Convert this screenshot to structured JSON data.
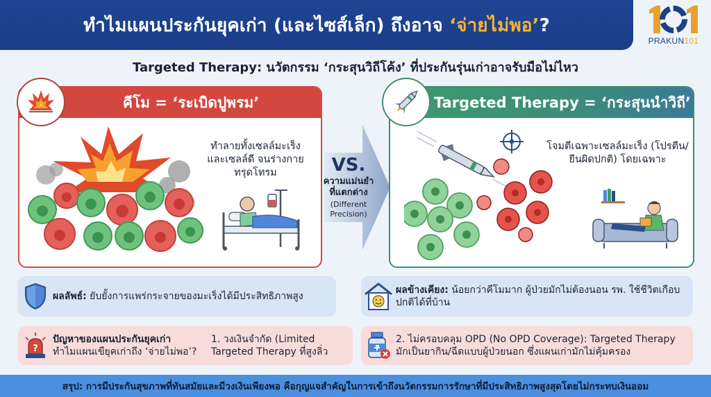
{
  "header": {
    "title_main": "ทำไมแผนประกันยุคเก่า (และไซส์เล็ก) ถึงอาจ ",
    "title_accent": "‘จ่ายไม่พอ’",
    "title_suffix": "?",
    "colors": {
      "bar": "#1f4593",
      "accent": "#f5b335"
    }
  },
  "logo": {
    "mark": "101",
    "brand": "PRAKUN",
    "brand_num": "101",
    "colors": {
      "gold": "#e5a22f",
      "navy": "#1d3f85"
    }
  },
  "subtitle": "Targeted Therapy: นวัตกรรม ‘กระสุนวิถีโค้ง’ ที่ประกันรุ่นเก่าอาจรับมือไม่ไหว",
  "left_panel": {
    "icon": "explosion-icon",
    "title": "คีโม = ‘ระเบิดปูพรม’",
    "description": "ทำลายทั้งเซลล์มะเร็ง และเซลล์ดี จนร่างกายทรุดโทรม",
    "illustration": "explosion-destroying-cells-and-patient-in-hospital-bed",
    "color": "#d2473f"
  },
  "vs": {
    "label": "VS.",
    "thai": "ความแม่นยำ ที่แตกต่าง",
    "english": "(Different Precision)"
  },
  "right_panel": {
    "icon": "missile-icon",
    "title": "Targeted Therapy = ‘กระสุนนำวิถี’",
    "description": "โจมตีเฉพาะเซลล์มะเร็ง (โปรตีน/ยีนผิดปกติ) โดยเฉพาะ",
    "illustration": "missile-targeting-cancer-cells-and-person-relaxing-on-sofa",
    "color": "#3f9a6e"
  },
  "results": {
    "efficacy": {
      "icon": "shield-icon",
      "label": "ผลลัพธ์:",
      "text": " ยับยั้งการแพร่กระจายของมะเร็งได้มีประสิทธิภาพสูง"
    },
    "side_effects": {
      "icon": "home-smile-icon",
      "label": "ผลข้างเคียง:",
      "text": " น้อยกว่าคีโมมาก ผู้ป่วยมักไม่ต้องนอน รพ. ใช้ชีวิตเกือบปกติได้ที่บ้าน"
    }
  },
  "problems": {
    "heading": {
      "icon": "alarm-siren-icon",
      "title": "ปัญหาของแผนประกันยุคเก่า",
      "subtitle": "ทำไมแผนเขียุคเก่าถึง ‘จ่ายไม่พอ’?"
    },
    "item1": "1. วงเงินจำกัด (Limited Targeted Therapy ที่สูงลิ่ว",
    "item2": {
      "icon": "medicine-bottle-x-icon",
      "text": "2. ไม่ครอบคลุม OPD (No OPD Coverage): Targeted Therapy มักเป็นยากิน/ฉีดแบบผู้ป่วยนอก ซึ่งแผนเก่ามักไม่คุ้มครอง"
    }
  },
  "footer": {
    "text": "สรุป: การมีประกันสุขภาพที่ทันสมัยและมีวงเงินเพียงพอ คือกุญแจสำคัญในการเข้าถึงนวัตกรรมการรักษาที่มีประสิทธิภาพสูงสุดโดยไม่กระทบเงินออม",
    "color": "#4b8fe0"
  }
}
